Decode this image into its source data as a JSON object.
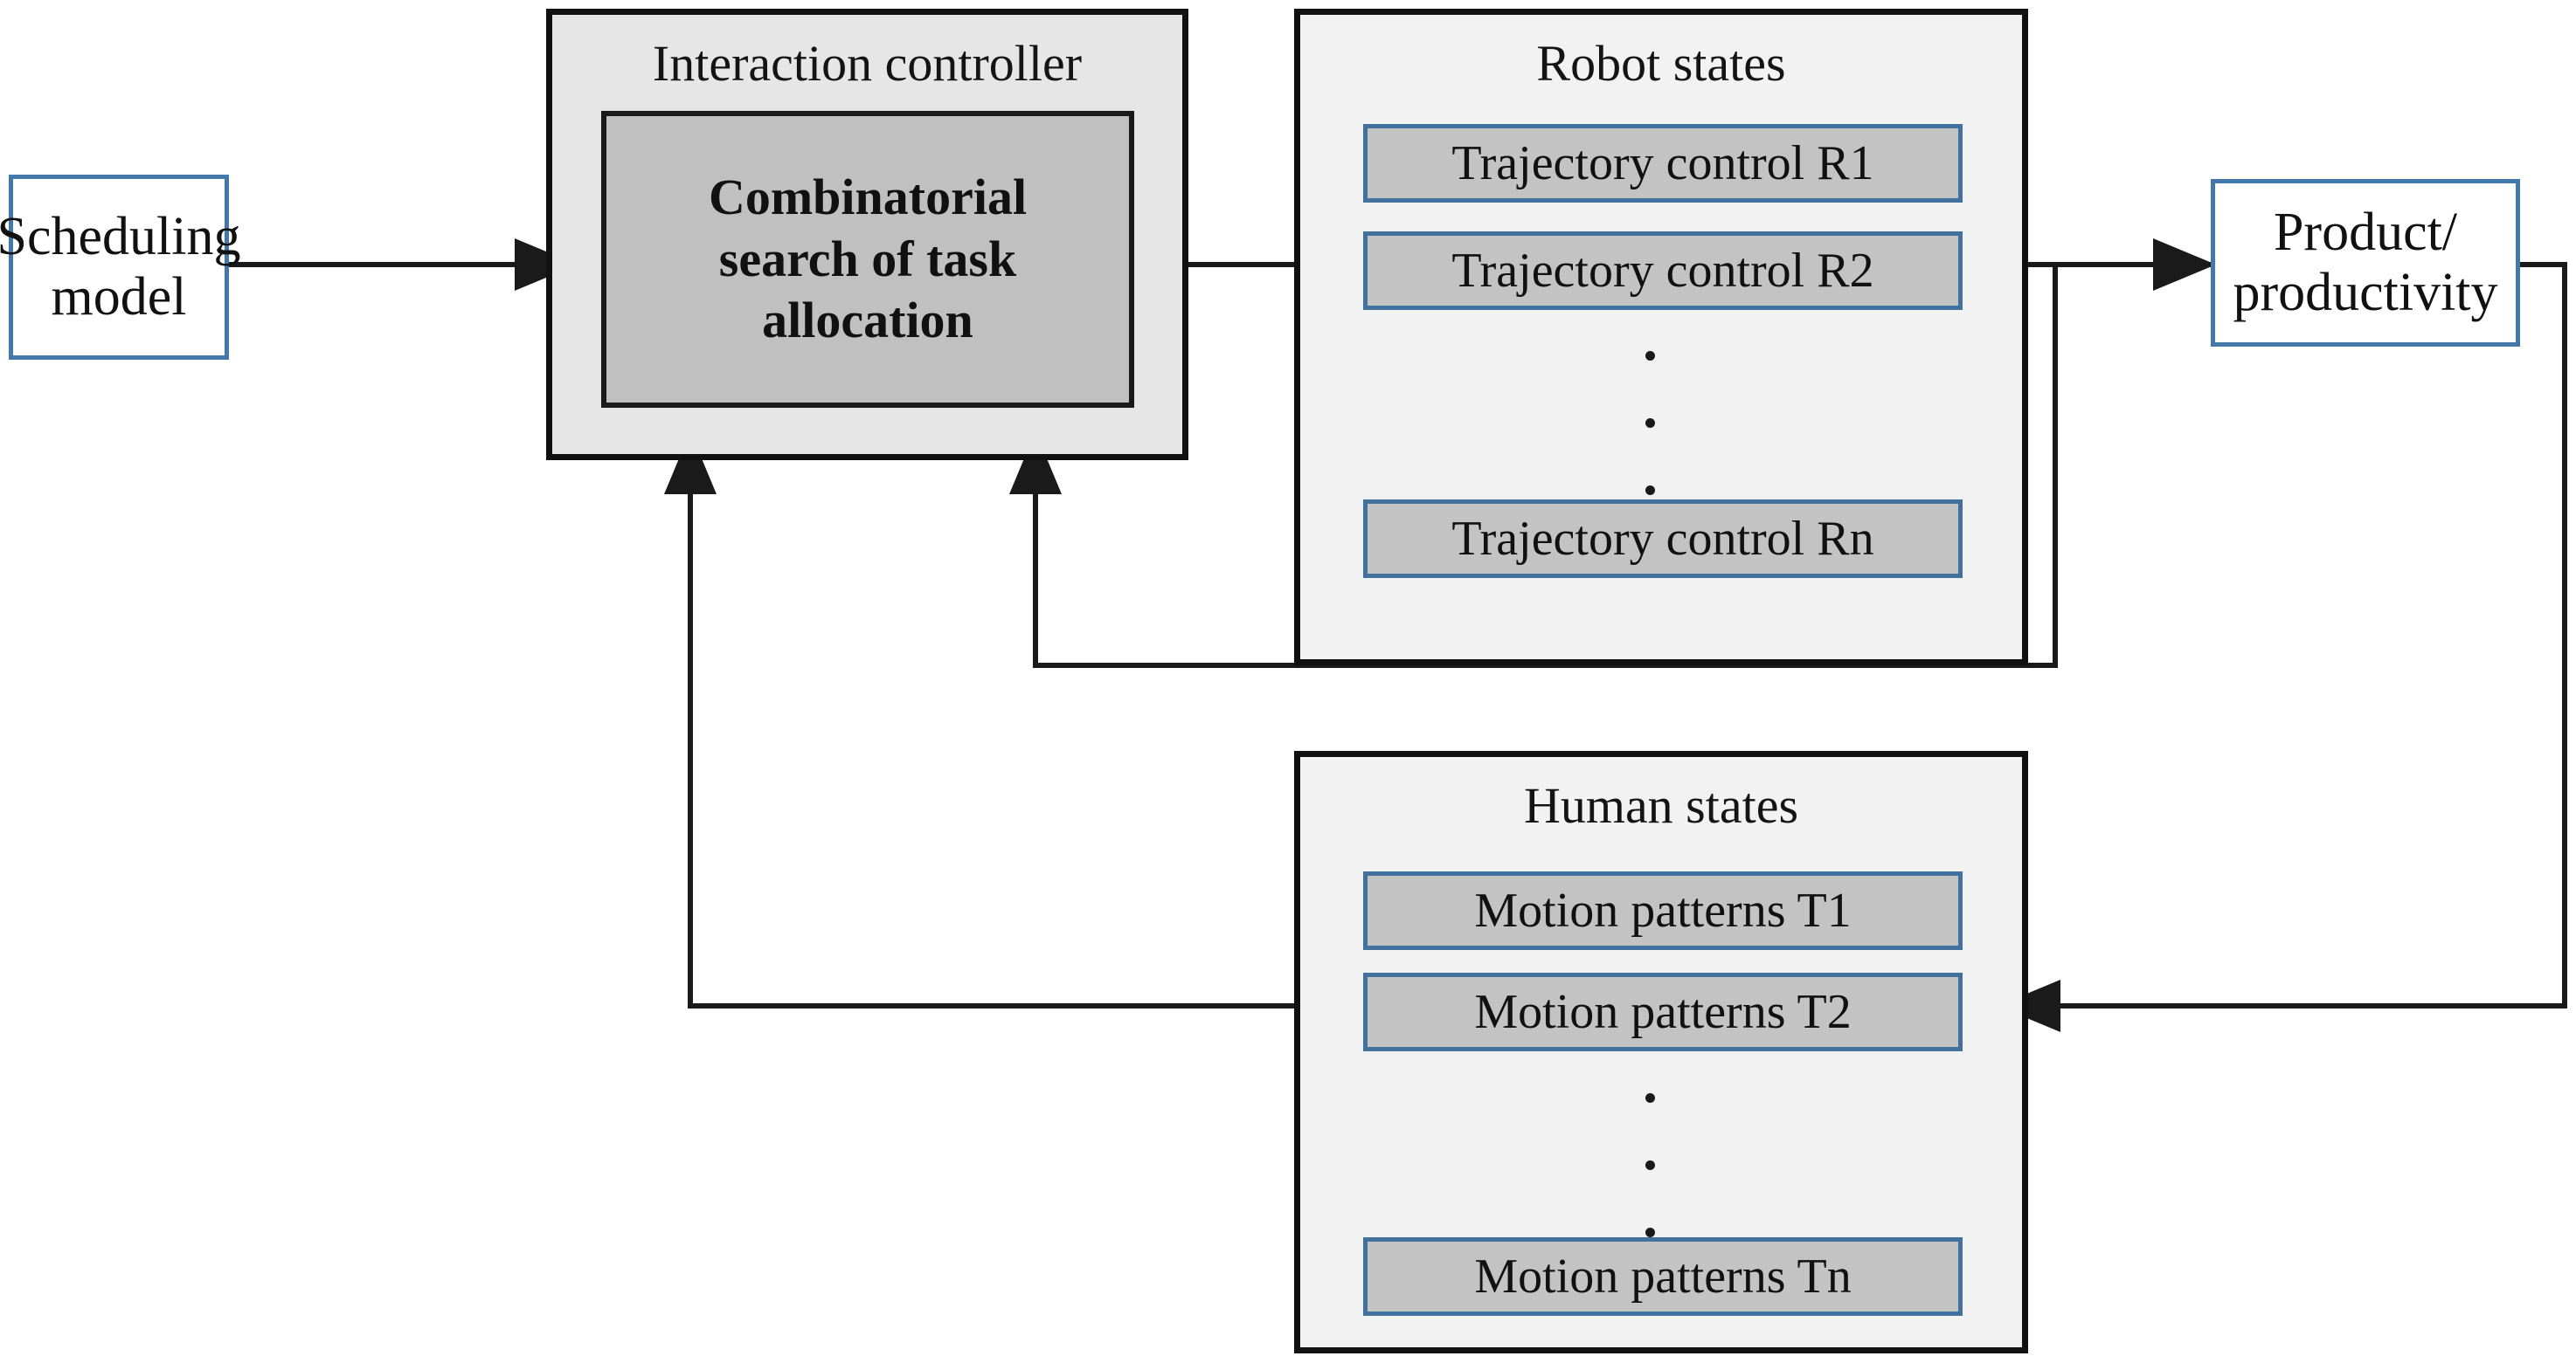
{
  "diagram": {
    "title": "Human-robot collaborative task allocation control architecture",
    "type": "block-diagram",
    "colors": {
      "blue_border": "#4477aa",
      "state_border": "#41719c",
      "state_fill": "#c3c3c3",
      "container_fill": "#f2f2f2",
      "controller_fill": "#e6e6e6",
      "dark_box_fill": "#c0c0c0",
      "line": "#1a1a1a"
    }
  },
  "nodes": {
    "scheduling_model": {
      "label": "Scheduling\nmodel",
      "line1": "Scheduling",
      "line2": "model"
    },
    "interaction_controller": {
      "title": "Interaction controller",
      "inner": {
        "line1": "Combinatorial",
        "line2": "search of task",
        "line3": "allocation"
      }
    },
    "robot_states": {
      "title": "Robot states",
      "items": [
        {
          "label": "Trajectory control R1"
        },
        {
          "label": "Trajectory control R2"
        },
        {
          "label": "Trajectory control Rn"
        }
      ],
      "ellipsis": "vertical-dots"
    },
    "human_states": {
      "title": "Human states",
      "items": [
        {
          "label": "Motion patterns T1"
        },
        {
          "label": "Motion patterns T2"
        },
        {
          "label": "Motion patterns Tn"
        }
      ],
      "ellipsis": "vertical-dots"
    },
    "product_productivity": {
      "line1": "Product/",
      "line2": "productivity"
    }
  },
  "edges": [
    {
      "from": "scheduling_model",
      "to": "interaction_controller",
      "arrow": "end"
    },
    {
      "from": "interaction_controller",
      "to": "robot_states",
      "arrow": "end"
    },
    {
      "from": "robot_states",
      "to": "product_productivity",
      "arrow": "end"
    },
    {
      "from": "robot_states",
      "to": "interaction_controller",
      "arrow": "end",
      "kind": "feedback"
    },
    {
      "from": "product_productivity",
      "to": "human_states",
      "arrow": "end"
    },
    {
      "from": "human_states",
      "to": "interaction_controller",
      "arrow": "end",
      "kind": "feedback"
    }
  ]
}
